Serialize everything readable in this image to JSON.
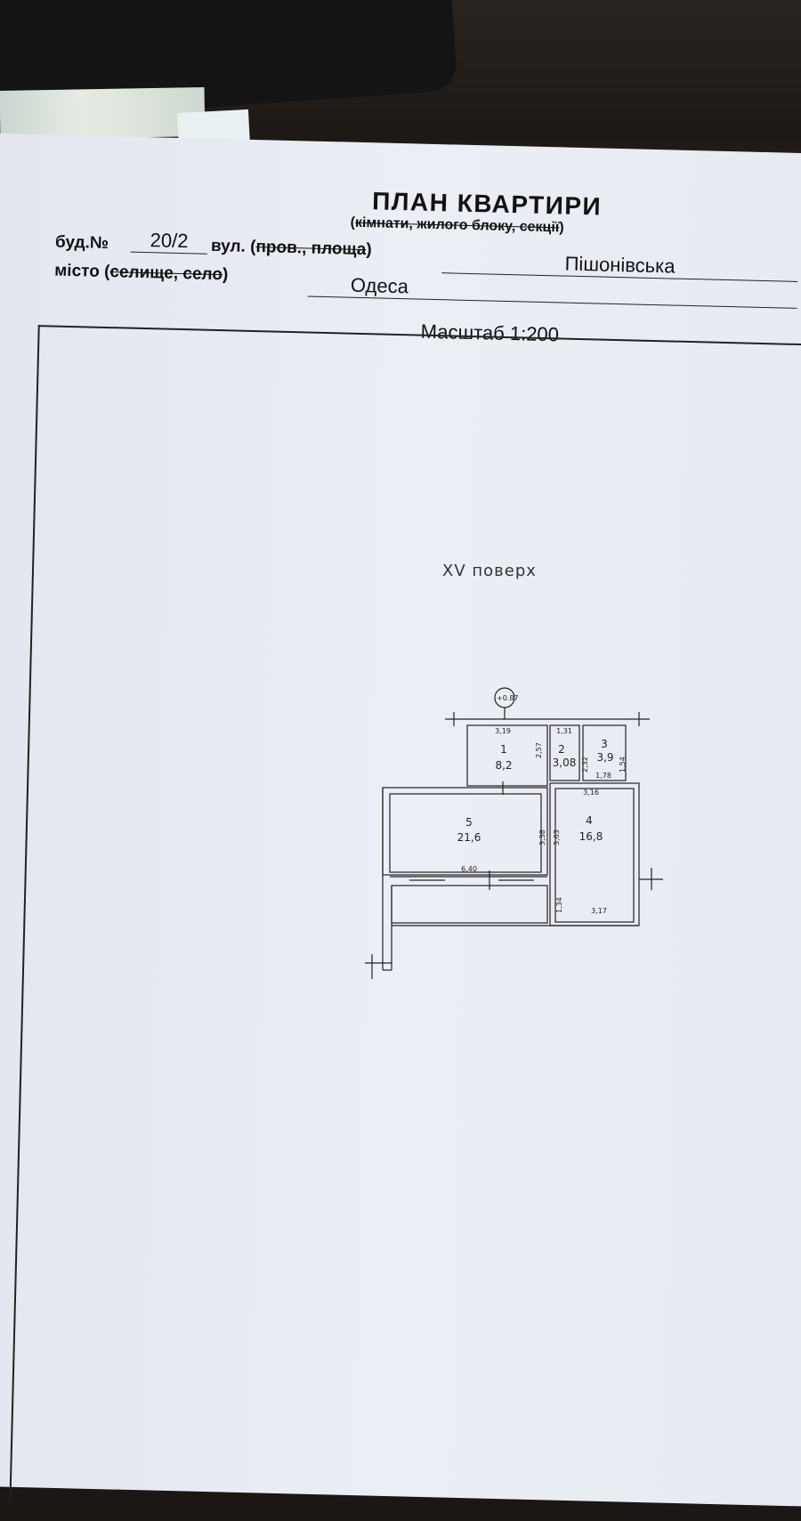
{
  "title": "ПЛАН КВАРТИРИ",
  "subtitle": {
    "open": "(",
    "struck": "кімнати, жилого блоку, секції",
    "close": ")"
  },
  "building": {
    "label": "буд.№",
    "value": "20/2"
  },
  "street": {
    "label": "вул. (",
    "struck": "пров., площа",
    "label_end": ")",
    "value": "Пішонівська"
  },
  "city": {
    "label": "місто (",
    "struck": "селище, село",
    "label_end": ")",
    "value": "Одеса"
  },
  "scale": "Масштаб 1:200",
  "floor": "XV поверх",
  "plan": {
    "marker": "+0.87",
    "rooms": [
      {
        "num": "1",
        "area": "8,2"
      },
      {
        "num": "2",
        "area": "3,08"
      },
      {
        "num": "3",
        "area": "3,9"
      },
      {
        "num": "4",
        "area": "16,8"
      },
      {
        "num": "5",
        "area": "21,6"
      }
    ],
    "dims": {
      "d319": "3,19",
      "d131": "1,31",
      "d257": "2,57",
      "d232": "2,32",
      "d154": "1,54",
      "d178": "1,78",
      "d316": "3,16",
      "d338": "3,38",
      "d363": "3,63",
      "d640": "6,40",
      "d134": "1,34",
      "d317": "3,17"
    }
  }
}
